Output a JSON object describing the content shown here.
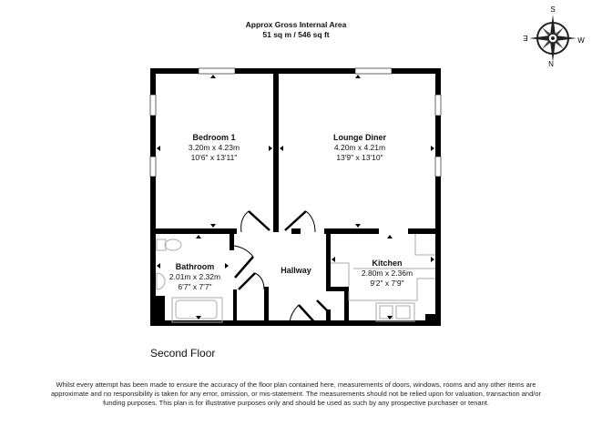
{
  "header": {
    "line1": "Approx Gross Internal Area",
    "line2": "51 sq m / 546 sq ft"
  },
  "compass": {
    "n": "N",
    "s": "S",
    "e": "E",
    "w": "W"
  },
  "rooms": [
    {
      "name": "Bedroom 1",
      "metric": "3.20m x 4.23m",
      "imperial": "10'6\" x 13'11\""
    },
    {
      "name": "Lounge Diner",
      "metric": "4.20m x 4.21m",
      "imperial": "13'9\" x 13'10\""
    },
    {
      "name": "Bathroom",
      "metric": "2.01m x 2.32m",
      "imperial": "6'7\" x 7'7\""
    },
    {
      "name": "Hallway"
    },
    {
      "name": "Kitchen",
      "metric": "2.80m x 2.36m",
      "imperial": "9'2\" x 7'9\""
    }
  ],
  "floor_label": "Second Floor",
  "disclaimer": "Whilst every attempt has been made to ensure the accuracy of the floor plan contained here, measurements of doors, windows, rooms and any other items are approximate and no responsibility is taken for any error, omission, or mis-statement. The measurements should not be relied upon for valuation, transaction and/or funding purposes. This plan is for illustrative purposes only and should be used as such by any prospective purchaser or tenant."
}
